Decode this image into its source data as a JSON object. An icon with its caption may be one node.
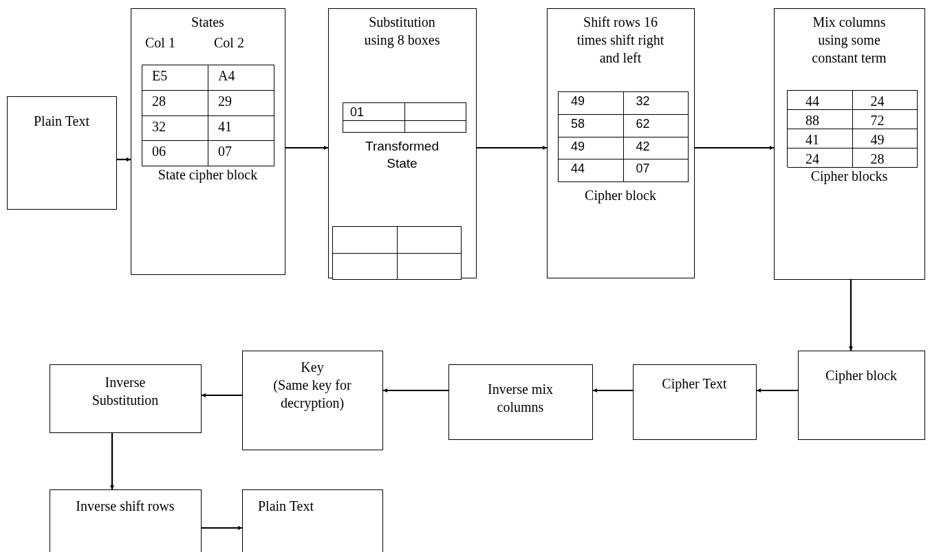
{
  "diagram": {
    "nodes": [
      {
        "text": [
          "Plain Text"
        ]
      },
      {
        "text": [
          "States",
          "Col 1",
          "Col 2",
          "State cipher block"
        ]
      },
      {
        "text": [
          "E5",
          "A4",
          "28",
          "29",
          "32",
          "41",
          "06",
          "07"
        ],
        "in": 1
      },
      {
        "text": [
          "Substitution using 8 boxes",
          "Transformed State"
        ]
      },
      {
        "text": [
          "01"
        ],
        "in": 3
      },
      {
        "text": [],
        "shape": "box",
        "in": 3
      },
      {
        "text": [
          "Shift rows 16 times shift right and left",
          "Cipher block"
        ]
      },
      {
        "text": [
          "49",
          "32",
          "58",
          "62",
          "49",
          "42",
          "44",
          "07"
        ],
        "in": 6
      },
      {
        "text": [
          "Mix columns using some constant term",
          "Cipher blocks"
        ]
      },
      {
        "text": [
          "44",
          "24",
          "88",
          "72",
          "41",
          "49",
          "24",
          "28"
        ],
        "in": 8
      },
      {
        "text": [
          "Cipher block"
        ]
      },
      {
        "text": [
          "Cipher Text"
        ]
      },
      {
        "text": [
          "Inverse mix columns"
        ]
      },
      {
        "text": [
          "Key",
          "(Same key for decryption)"
        ]
      },
      {
        "text": [
          "Inverse Substitution"
        ]
      },
      {
        "text": [
          "Inverse shift rows"
        ]
      },
      {
        "text": [
          "Plain Text"
        ]
      }
    ],
    "edges": [
      {
        "from": 0,
        "to": 1,
        "arrow": "to"
      },
      {
        "from": 1,
        "to": 3,
        "arrow": "to"
      },
      {
        "from": 3,
        "to": 6,
        "arrow": "to"
      },
      {
        "from": 6,
        "to": 8,
        "arrow": "to"
      },
      {
        "from": 8,
        "to": 10,
        "arrow": "to"
      },
      {
        "from": 10,
        "to": 11,
        "arrow": "to"
      },
      {
        "from": 11,
        "to": 12,
        "arrow": "to"
      },
      {
        "from": 12,
        "to": 13,
        "arrow": "to"
      },
      {
        "from": 13,
        "to": 14,
        "arrow": "to"
      },
      {
        "from": 14,
        "to": 15,
        "arrow": "to"
      },
      {
        "from": 15,
        "to": 16,
        "arrow": "to"
      }
    ]
  }
}
